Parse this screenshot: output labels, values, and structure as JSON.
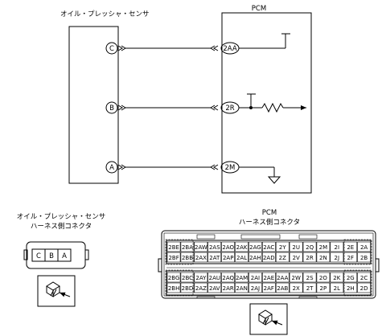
{
  "sensor": {
    "name": "オイル・プレッシャ・センサ"
  },
  "pcm": {
    "name": "PCM"
  },
  "wires": [
    {
      "sensor_pin": "C",
      "pcm_pin": "2AA"
    },
    {
      "sensor_pin": "B",
      "pcm_pin": "2R"
    },
    {
      "sensor_pin": "A",
      "pcm_pin": "2M"
    }
  ],
  "sensor_connector": {
    "title_line1": "オイル・プレッシャ・センサ",
    "title_line2": "ハーネス側コネクタ",
    "pins": [
      "C",
      "B",
      "A"
    ]
  },
  "pcm_connector": {
    "title_line1": "PCM",
    "title_line2": "ハーネス側コネクタ",
    "rows": [
      [
        "2BE",
        "2BA",
        "2AW",
        "2AS",
        "2AO",
        "2AK",
        "2AG",
        "2AC",
        "2Y",
        "2U",
        "2Q",
        "2M",
        "2I",
        "2E",
        "2A"
      ],
      [
        "2BF",
        "2BB",
        "2AX",
        "2AT",
        "2AP",
        "2AL",
        "2AH",
        "2AD",
        "2Z",
        "2V",
        "2R",
        "2N",
        "2J",
        "2F",
        "2B"
      ],
      [
        "2BG",
        "2BC",
        "2AY",
        "2AU",
        "2AQ",
        "2AM",
        "2AI",
        "2AE",
        "2AA",
        "2W",
        "2S",
        "2O",
        "2K",
        "2G",
        "2C"
      ],
      [
        "2BH",
        "2BD",
        "2AZ",
        "2AV",
        "2AR",
        "2AN",
        "2AJ",
        "2AF",
        "2AB",
        "2X",
        "2T",
        "2P",
        "2L",
        "2H",
        "2D"
      ]
    ]
  }
}
